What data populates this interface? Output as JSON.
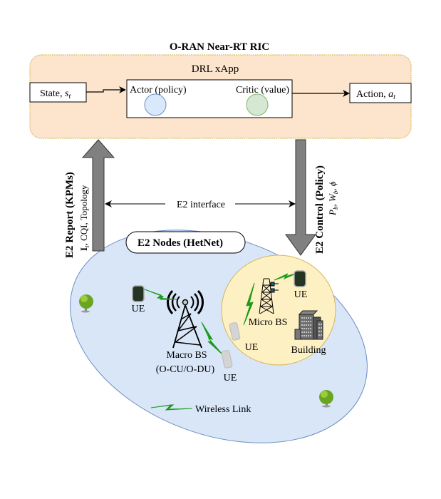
{
  "title": "O-RAN Near-RT RIC",
  "xapp": {
    "label": "DRL xApp",
    "state_label": "State, ",
    "state_symbol": "s",
    "state_sub": "t",
    "actor_label": "Actor (policy)",
    "critic_label": "Critic (value)",
    "action_label": "Action, ",
    "action_symbol": "a",
    "action_sub": "t"
  },
  "e2_report": {
    "title": "E2 Report (KPMs)",
    "params_symbol": "I",
    "params_sub": "t",
    "params_rest": ", CQI, Topology"
  },
  "e2_control": {
    "title": "E2 Control (Policy)",
    "params": "P",
    "params_b1": "b",
    "params_w": ", W",
    "params_b2": "b",
    "params_phi": ", ϕ"
  },
  "e2_interface_label": "E2 interface",
  "e2_nodes_label": "E2 Nodes (HetNet)",
  "network": {
    "macro_bs_label": "Macro BS",
    "macro_bs_sub": "(O-CU/O-DU)",
    "micro_bs_label": "Micro BS",
    "building_label": "Building",
    "ue_labels": [
      "UE",
      "UE",
      "UE",
      "UE"
    ],
    "legend_wireless": "Wireless Link"
  },
  "colors": {
    "ric_fill": "#fde4cc",
    "ric_border": "#d6b656",
    "actor_fill": "#dae8fc",
    "actor_stroke": "#6c8ebf",
    "critic_fill": "#d5e8d4",
    "critic_stroke": "#82b366",
    "hetnet_fill": "#d8e6f8",
    "hetnet_stroke": "#6c8ebf",
    "micro_fill": "#fdf0c3",
    "micro_stroke": "#d6b656",
    "arrow_gray": "#808080",
    "wireless_green": "#1a9b1a"
  }
}
